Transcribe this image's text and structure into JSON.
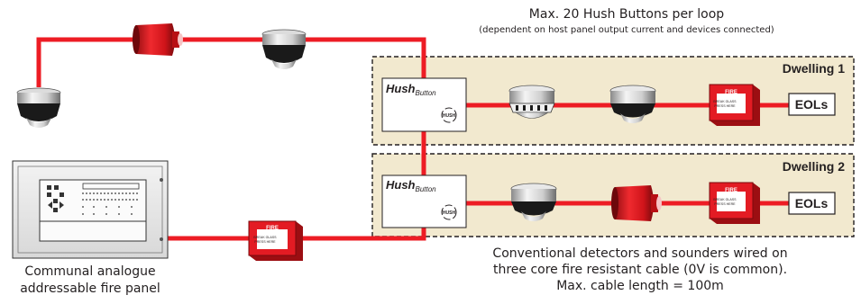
{
  "notes": {
    "max_buttons": "Max. 20 Hush Buttons per loop",
    "max_buttons_sub": "(dependent  on host panel output current and devices connected)",
    "conventional_line1": "Conventional detectors and sounders wired on",
    "conventional_line2": "three core fire resistant cable (0V is common).",
    "conventional_line3": "Max. cable length = 100m",
    "panel_line1": "Communal analogue",
    "panel_line2": "addressable fire panel"
  },
  "dwellings": [
    {
      "label": "Dwelling 1",
      "eol": "EOLs"
    },
    {
      "label": "Dwelling 2",
      "eol": "EOLs"
    }
  ],
  "hush_button": {
    "brand": "Hush",
    "sub": "Button",
    "badge": "HUSH"
  },
  "call_point": {
    "fire": "FIRE",
    "line1": "BREAK GLASS",
    "line2": "PRESS HERE"
  },
  "colors": {
    "cable": "#ed1c24",
    "zone_fill": "#f2e9cf",
    "zone_border": "#231f20",
    "call_point": "#e31b23",
    "text": "#231f20"
  },
  "icons": [
    "smoke-detector-icon",
    "sounder-icon",
    "heat-detector-icon",
    "manual-call-point-icon",
    "fire-panel-icon"
  ]
}
